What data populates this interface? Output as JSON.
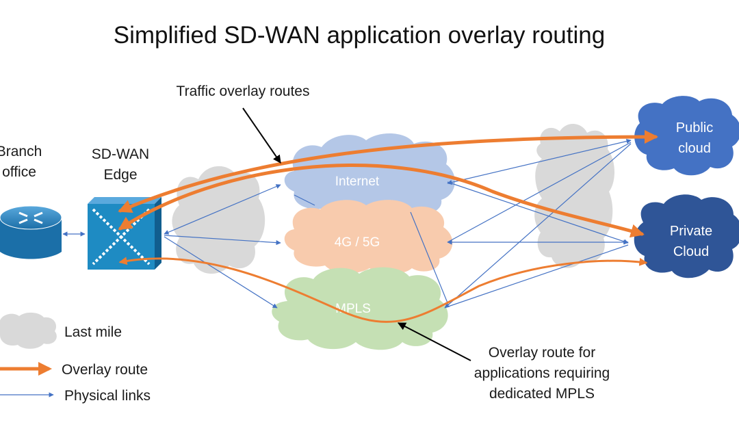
{
  "title": "Simplified SD-WAN application overlay routing",
  "labels": {
    "traffic_overlay": "Traffic overlay routes",
    "branch_office_line1": "Branch",
    "branch_office_line2": "office",
    "sdwan_edge_line1": "SD-WAN",
    "sdwan_edge_line2": "Edge",
    "mpls_callout_line1": "Overlay route for",
    "mpls_callout_line2": "applications requiring",
    "mpls_callout_line3": "dedicated MPLS"
  },
  "clouds": {
    "internet": "Internet",
    "cellular": "4G / 5G",
    "mpls": "MPLS",
    "public_cloud_line1": "Public",
    "public_cloud_line2": "cloud",
    "private_cloud_line1": "Private",
    "private_cloud_line2": "Cloud"
  },
  "legend": {
    "last_mile": "Last mile",
    "overlay_route": "Overlay route",
    "physical_links": "Physical links"
  },
  "colors": {
    "overlay": "#ED7D31",
    "physical": "#4472C4",
    "internet_cloud": "#B4C7E7",
    "cellular_cloud": "#F8CBAD",
    "mpls_cloud": "#C5E0B4",
    "last_mile_cloud": "#D9D9D9",
    "public_cloud": "#4472C4",
    "private_cloud": "#2F5597",
    "edge_device": "#1E8BC3"
  }
}
